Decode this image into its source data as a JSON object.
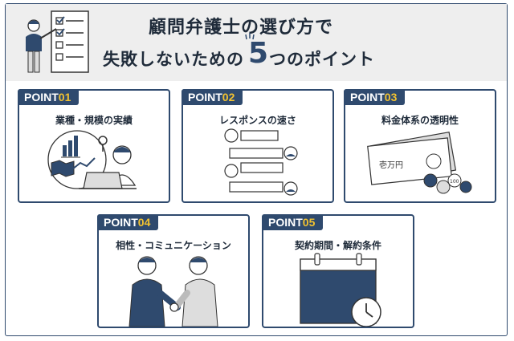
{
  "header": {
    "title_line1": "顧問弁護士の選び方で",
    "title_line2_a": "失敗しないための",
    "title_number": "5",
    "title_line2_b": "つのポイント"
  },
  "points": [
    {
      "prefix": "POINT",
      "number": "01",
      "label": "業種・規模の実績"
    },
    {
      "prefix": "POINT",
      "number": "02",
      "label": "レスポンスの速さ"
    },
    {
      "prefix": "POINT",
      "number": "03",
      "label": "料金体系の透明性"
    },
    {
      "prefix": "POINT",
      "number": "04",
      "label": "相性・コミュニケーション"
    },
    {
      "prefix": "POINT",
      "number": "05",
      "label": "契約期間・解約条件"
    }
  ],
  "illustrations": {
    "banknote_text": "壱万円",
    "coin_text": "100"
  },
  "colors": {
    "navy": "#2f4a6e",
    "accent": "#f2c230",
    "header_bg": "#eeeeee"
  }
}
